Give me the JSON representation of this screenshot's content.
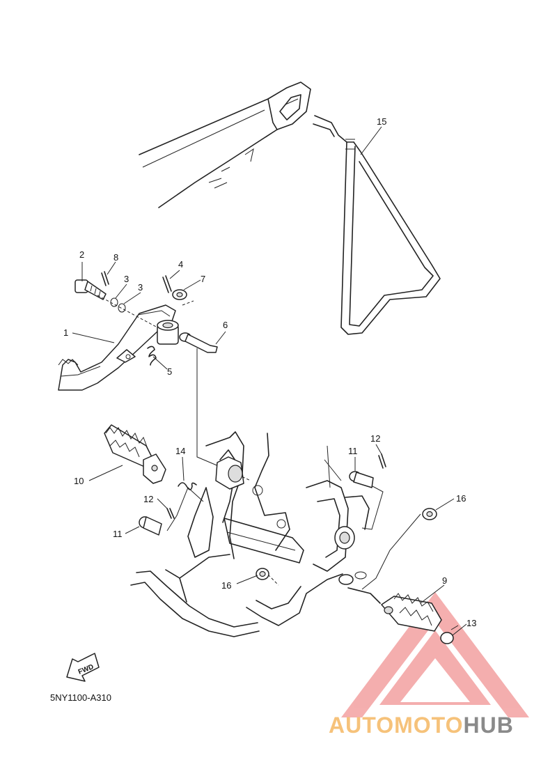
{
  "diagram_code": "5NY1100-A310",
  "fwd_label": "FWD",
  "watermark": {
    "text_a": "AUTOMOTO",
    "text_b": "HUB",
    "color_a": "#f6c27a",
    "color_b": "#8a8a8a",
    "logo_color": "#f3a1a1"
  },
  "callouts": {
    "c1": "1",
    "c2": "2",
    "c3a": "3",
    "c3b": "3",
    "c4": "4",
    "c5": "5",
    "c6": "6",
    "c7": "7",
    "c8": "8",
    "c9": "9",
    "c10": "10",
    "c11a": "11",
    "c11b": "11",
    "c12a": "12",
    "c12b": "12",
    "c13": "13",
    "c14": "14",
    "c15": "15",
    "c16a": "16",
    "c16b": "16"
  }
}
